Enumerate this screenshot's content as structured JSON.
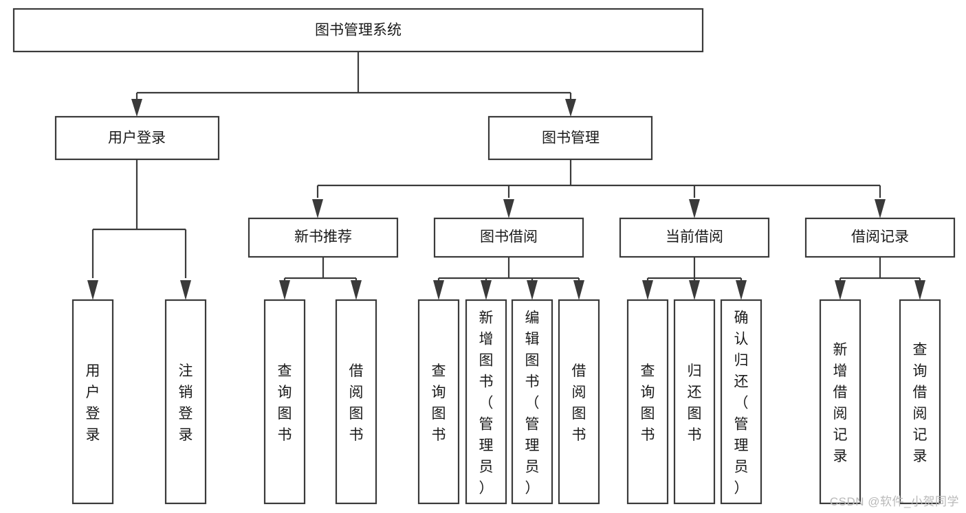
{
  "diagram": {
    "type": "tree",
    "title": "图书管理系统",
    "orientation": "top-down",
    "root": {
      "id": "root",
      "label": "图书管理系统"
    },
    "level2": [
      {
        "id": "user-login",
        "label": "用户登录"
      },
      {
        "id": "book-management",
        "label": "图书管理"
      }
    ],
    "level3": [
      {
        "id": "new-book-recommend",
        "label": "新书推荐",
        "parent": "book-management"
      },
      {
        "id": "book-borrow",
        "label": "图书借阅",
        "parent": "book-management"
      },
      {
        "id": "current-borrow",
        "label": "当前借阅",
        "parent": "book-management"
      },
      {
        "id": "borrow-record",
        "label": "借阅记录",
        "parent": "book-management"
      }
    ],
    "leaves": {
      "user-login": [
        {
          "id": "leaf-user-login",
          "label": "用户登录"
        },
        {
          "id": "leaf-logout-login",
          "label": "注销登录"
        }
      ],
      "new-book-recommend": [
        {
          "id": "leaf-query-book-1",
          "label": "查询图书"
        },
        {
          "id": "leaf-borrow-book-1",
          "label": "借阅图书"
        }
      ],
      "book-borrow": [
        {
          "id": "leaf-query-book-2",
          "label": "查询图书"
        },
        {
          "id": "leaf-add-book",
          "label": "新增图书（管理员）"
        },
        {
          "id": "leaf-edit-book",
          "label": "编辑图书（管理员）"
        },
        {
          "id": "leaf-borrow-book-2",
          "label": "借阅图书"
        }
      ],
      "current-borrow": [
        {
          "id": "leaf-query-book-3",
          "label": "查询图书"
        },
        {
          "id": "leaf-return-book",
          "label": "归还图书"
        },
        {
          "id": "leaf-confirm-return",
          "label": "确认归还（管理员）"
        }
      ],
      "borrow-record": [
        {
          "id": "leaf-add-record",
          "label": "新增借阅记录"
        },
        {
          "id": "leaf-query-record",
          "label": "查询借阅记录"
        }
      ]
    },
    "colors": {
      "stroke": "#3a3a3a",
      "fill": "#ffffff",
      "text": "#1a1a1a",
      "watermark": "#b9b9b9"
    }
  },
  "watermark": {
    "text": "CSDN @软件_小贺同学"
  }
}
